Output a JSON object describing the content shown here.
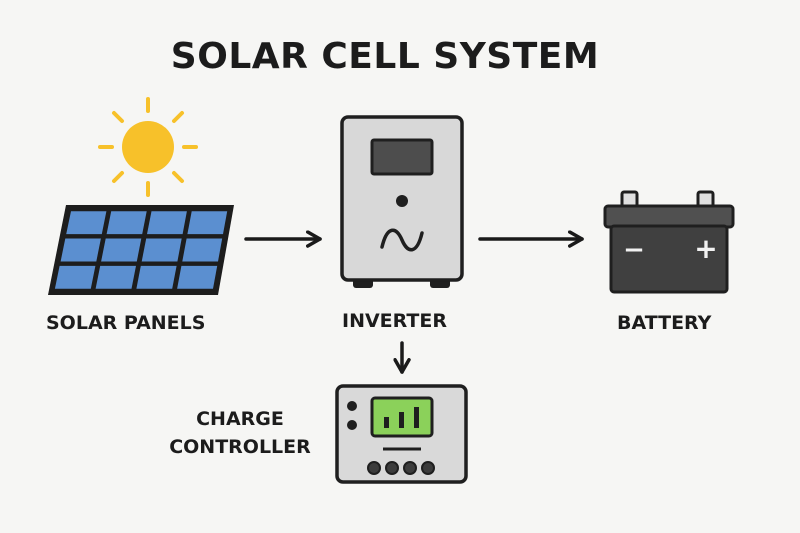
{
  "diagram": {
    "title": "SOLAR CELL SYSTEM",
    "components": {
      "solar_panels": "SOLAR PANELS",
      "inverter": "INVERTER",
      "battery": "BATTERY",
      "charge_controller_line1": "CHARGE",
      "charge_controller_line2": "CONTROLLER"
    },
    "battery_terminals": {
      "negative": "−",
      "positive": "+"
    },
    "icons": [
      "sun-icon",
      "solar-panel-icon",
      "inverter-icon",
      "sine-wave-icon",
      "battery-icon",
      "charge-controller-icon",
      "arrow-icon"
    ],
    "colors": {
      "sun": "#f7c12a",
      "panel_cell": "#5b8fd0",
      "panel_frame": "#1d1d1d",
      "inverter_body": "#d8d8d8",
      "battery_body": "#404040",
      "controller_screen": "#8bd15a",
      "controller_body": "#d9d9d9"
    }
  }
}
